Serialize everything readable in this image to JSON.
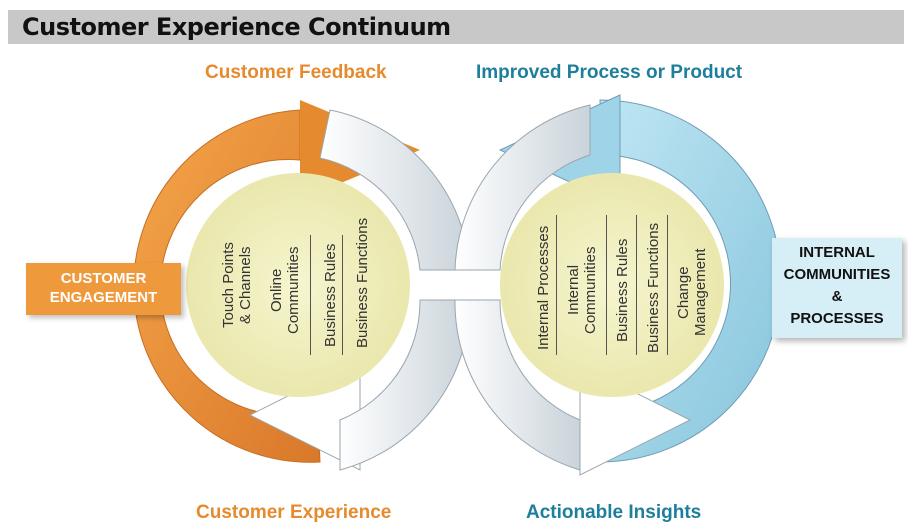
{
  "title": "Customer Experience Continuum",
  "labels": {
    "top_left": "Customer Feedback",
    "top_right": "Improved Process or Product",
    "bottom_left": "Customer Experience",
    "bottom_right": "Actionable Insights"
  },
  "side_boxes": {
    "left_line1": "CUSTOMER",
    "left_line2": "ENGAGEMENT",
    "right_line1": "INTERNAL",
    "right_line2": "COMMUNITIES",
    "right_line3": "&",
    "right_line4": "PROCESSES"
  },
  "left_circle_items": [
    "Touch Points\n& Channels",
    "Online\nCommunities",
    "Business Rules",
    "Business Functions"
  ],
  "right_circle_items": [
    "Internal Processes",
    "Internal\nCommunities",
    "Business Rules",
    "Business Functions",
    "Change\nManagement"
  ],
  "colors": {
    "orange": "#ee9a3c",
    "blue": "#a6d8ea",
    "yellow_center": "#f3f2bd",
    "teal_text": "#1d7f9b",
    "orange_text": "#e68a2e"
  }
}
